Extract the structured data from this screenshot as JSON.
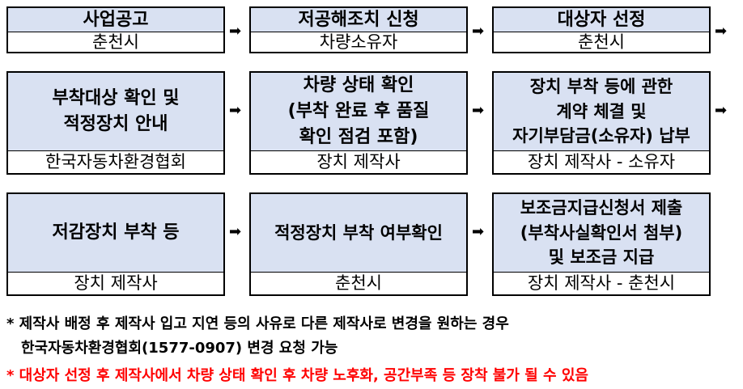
{
  "steps": [
    {
      "title": [
        "사업공고"
      ],
      "org": "춘천시"
    },
    {
      "title": [
        "저공해조치 신청"
      ],
      "org": "차량소유자"
    },
    {
      "title": [
        "대상자 선정"
      ],
      "org": "춘천시"
    },
    {
      "title": [
        "부착대상 확인 및",
        "적정장치 안내"
      ],
      "org": "한국자동차환경협회"
    },
    {
      "title": [
        "차량 상태 확인",
        "(부착 완료 후 품질",
        "확인 점검 포함)"
      ],
      "org": "장치 제작사"
    },
    {
      "title": [
        "장치 부착 등에 관한",
        "계약 체결 및",
        "자기부담금(소유자) 납부"
      ],
      "org": "장치 제작사 - 소유자"
    },
    {
      "title": [
        "저감장치 부착 등"
      ],
      "org": "장치 제작사"
    },
    {
      "title": [
        "적정장치 부착 여부확인"
      ],
      "org": "춘천시"
    },
    {
      "title": [
        "보조금지급신청서 제출",
        "(부착사실확인서 첨부)",
        "및 보조금 지급"
      ],
      "org": "장치 제작사 - 춘천시"
    }
  ],
  "arrow_icon": "right-arrow-icon",
  "notes": {
    "note1_line1": "* 제작사 배정 후 제작사 입고 지연 등의 사유로 다른 제작사로 변경을 원하는 경우",
    "note1_line2": "한국자동차환경협회(1577-0907) 변경 요청 가능",
    "note2": "* 대상자 선정 후 제작사에서 차량 상태 확인 후 차량 노후화, 공간부족 등 장착 불가 될 수 있음"
  },
  "colors": {
    "title_bg": "#d9e1f2",
    "warning": "#ff0000"
  }
}
